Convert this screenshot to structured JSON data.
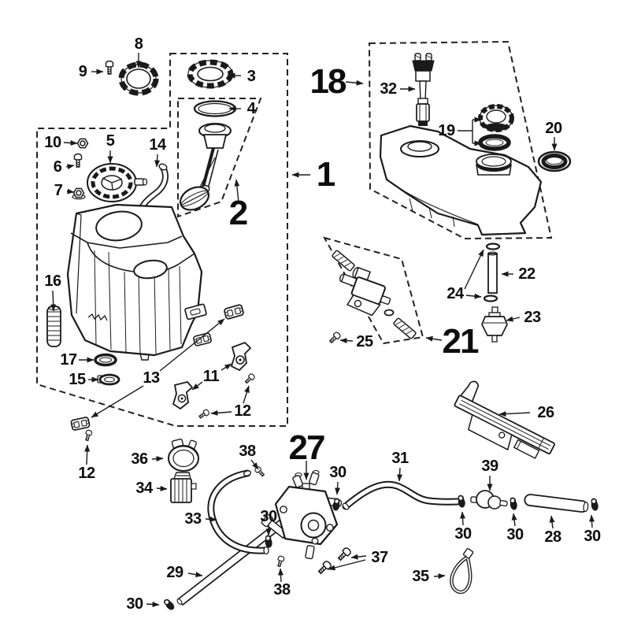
{
  "figure": {
    "kind": "exploded parts diagram",
    "background_color": "#ffffff",
    "line_color": "#1a1a1a",
    "text_color": "#0d0d0d"
  },
  "callouts": {
    "c1": "1",
    "c2": "2",
    "c3": "3",
    "c4": "4",
    "c5": "5",
    "c6": "6",
    "c7": "7",
    "c8": "8",
    "c9": "9",
    "c10": "10",
    "c11": "11",
    "c12a": "12",
    "c12b": "12",
    "c13": "13",
    "c14": "14",
    "c15": "15",
    "c16": "16",
    "c17": "17",
    "c18": "18",
    "c19": "19",
    "c20": "20",
    "c21": "21",
    "c22": "22",
    "c23": "23",
    "c24": "24",
    "c25": "25",
    "c26": "26",
    "c27": "27",
    "c28": "28",
    "c29": "29",
    "c30a": "30",
    "c30b": "30",
    "c30c": "30",
    "c30d": "30",
    "c30e": "30",
    "c30f": "30",
    "c31": "31",
    "c32": "32",
    "c33": "33",
    "c34": "34",
    "c35": "35",
    "c36": "36",
    "c37": "37",
    "c38a": "38",
    "c38b": "38",
    "c39": "39"
  }
}
